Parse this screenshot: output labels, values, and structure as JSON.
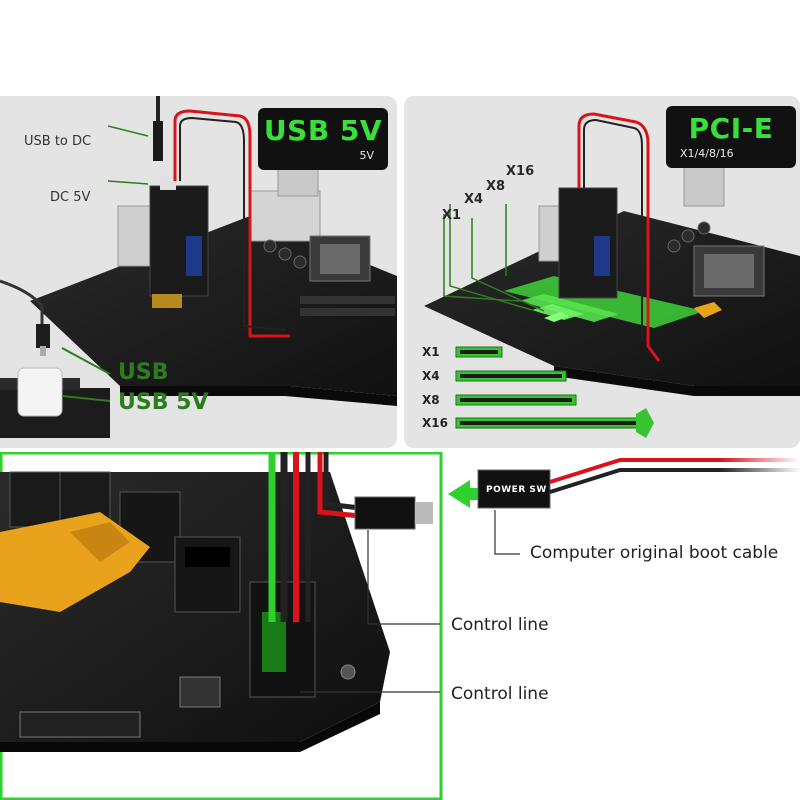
{
  "panel_usb": {
    "label_usb_to_dc": "USB to DC",
    "label_dc_5v": "DC 5V",
    "badge_title": "USB 5V",
    "badge_sub": "5V",
    "label_usb": "USB",
    "label_usb_5v": "USB 5V"
  },
  "panel_pcie": {
    "badge_title": "PCI-E",
    "badge_sub": "X1/4/8/16",
    "slot_labels": [
      "X16",
      "X8",
      "X4",
      "X1"
    ],
    "lane_labels": [
      "X1",
      "X4",
      "X8",
      "X16"
    ]
  },
  "panel_wiring": {
    "power_sw_label": "POWER SW",
    "callout_boot_cable": "Computer original boot cable",
    "callout_control_line_1": "Control line",
    "callout_control_line_2": "Control line"
  },
  "colors": {
    "accent_green": "#38e03a",
    "dark_green": "#2d7d1f",
    "cable_red": "#d8141a",
    "board_black": "#1c1c1c",
    "gold": "#e8a21b"
  }
}
